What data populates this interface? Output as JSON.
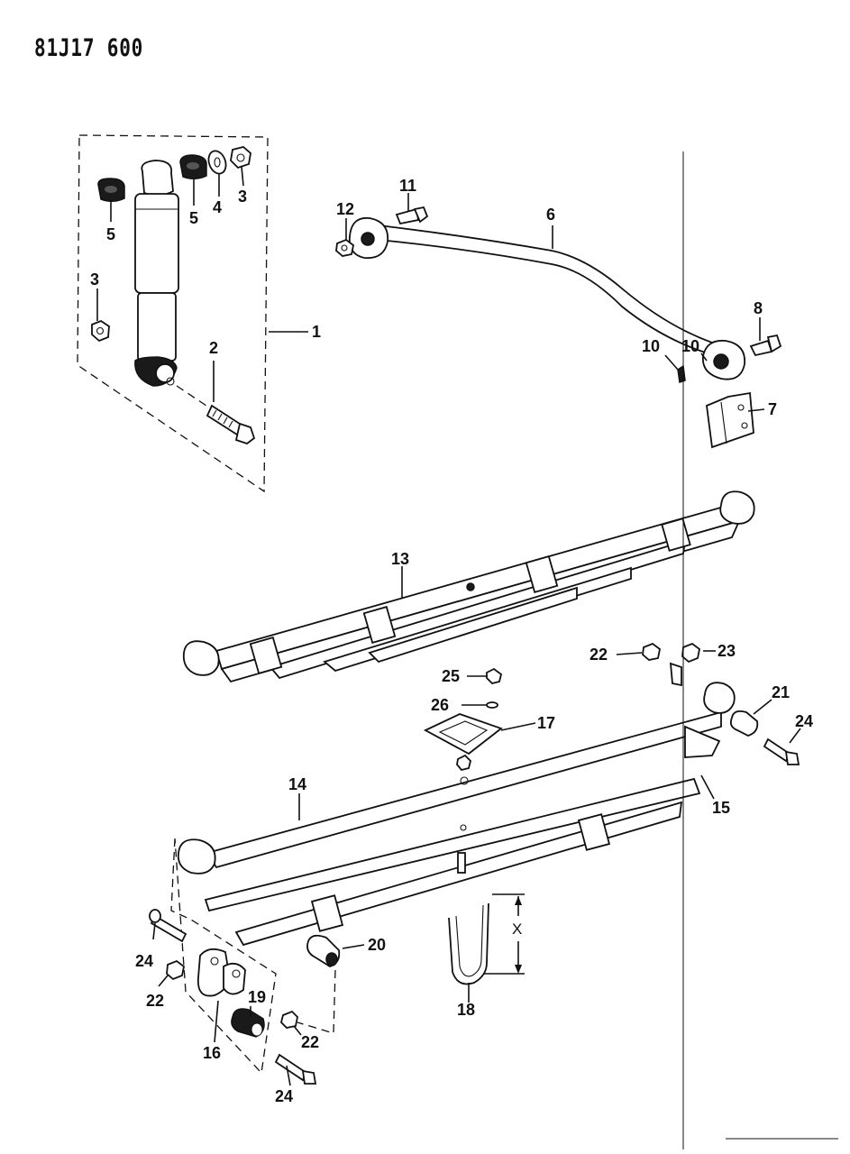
{
  "diagram_id": "81J17 600",
  "callouts": {
    "c1": "1",
    "c2": "2",
    "c3a": "3",
    "c3b": "3",
    "c4": "4",
    "c5a": "5",
    "c5b": "5",
    "c6": "6",
    "c7": "7",
    "c8": "8",
    "c10a": "10",
    "c10b": "10",
    "c11": "11",
    "c12": "12",
    "c13": "13",
    "c14": "14",
    "c15": "15",
    "c16": "16",
    "c17": "17",
    "c18": "18",
    "c19": "19",
    "c20": "20",
    "c21": "21",
    "c22a": "22",
    "c22b": "22",
    "c22c": "22",
    "c23": "23",
    "c24a": "24",
    "c24b": "24",
    "c24c": "24",
    "c25": "25",
    "c26": "26",
    "dim_x": "X"
  }
}
